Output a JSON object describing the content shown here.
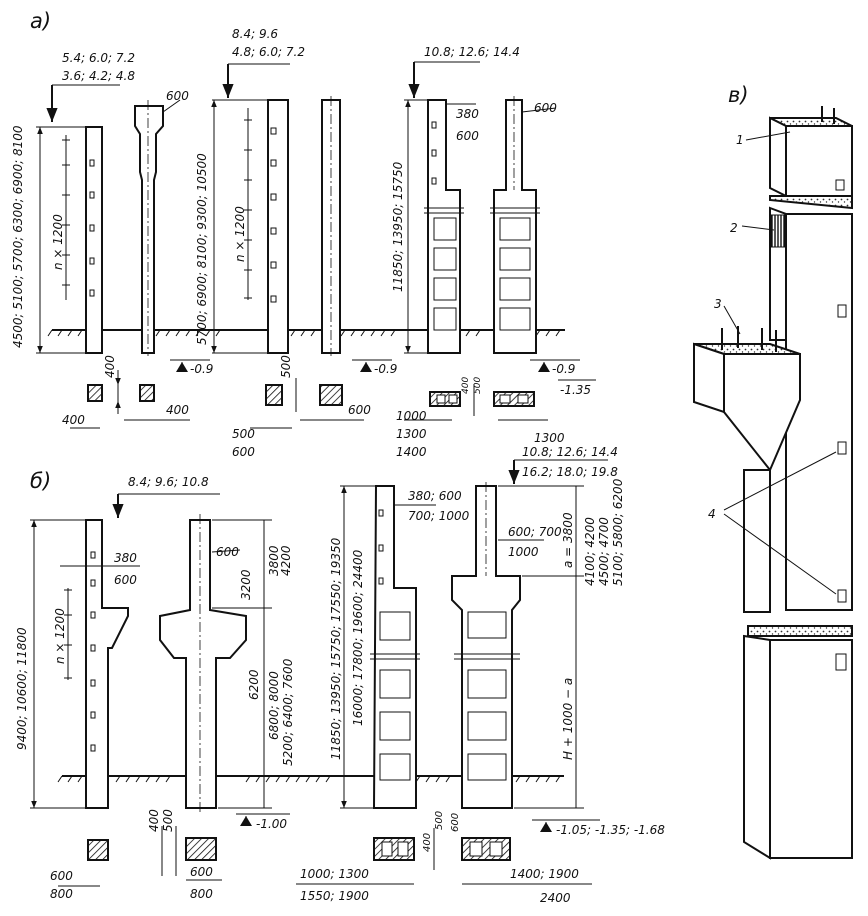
{
  "figure": {
    "sections": {
      "a": "а)",
      "b": "б)",
      "c": "в)"
    },
    "a": {
      "c1": {
        "load_top": "5.4; 6.0; 7.2",
        "load_bot": "3.6; 4.2; 4.8",
        "height": "4500; 5100; 5700; 6300; 6900; 8100",
        "step": "n × 1200",
        "w600": "600",
        "sec_h": "400",
        "sec_b": "400",
        "sec_b2": "400"
      },
      "mark1": "-0.9",
      "c2": {
        "load_top": "8.4; 9.6",
        "load_bot": "4.8; 6.0; 7.2",
        "height": "5700; 6900; 8100; 9300; 10500",
        "step": "n × 1200",
        "sec_h": "500",
        "sec_b1": "500",
        "sec_b2": "600",
        "sec_b3": "600"
      },
      "mark2": "-0.9",
      "c3": {
        "load": "10.8; 12.6; 14.4",
        "height": "11850; 13950; 15750",
        "w380": "380",
        "w600a": "600",
        "w600b": "600",
        "sec_1000": "1000",
        "sec_1300": "1300",
        "sec_1400": "1400",
        "sec_400": "400",
        "sec_500": "500",
        "sec_1300b": "1300"
      },
      "mark3a": "-0.9",
      "mark3b": "-1.35"
    },
    "b": {
      "c1": {
        "load": "8.4; 9.6; 10.8",
        "height": "9400; 10600; 11800",
        "step": "n × 1200",
        "w380": "380",
        "w600": "600",
        "sec_600": "600",
        "sec_800": "800"
      },
      "c2": {
        "w600": "600",
        "h3200": "3200",
        "h3800": "3800",
        "h4200": "4200",
        "h6200": "6200",
        "h6800": "6800; 8000",
        "h5200": "5200; 6400; 7600",
        "sec_400": "400",
        "sec_500": "500",
        "sec_600": "600",
        "sec_800": "800"
      },
      "mark1": "-1.00",
      "c3": {
        "dims": "380; 600",
        "dims2": "700; 1000",
        "height1": "11850; 13950; 15750; 17550; 19350",
        "height2": "16000; 17800; 19600; 24400",
        "sec_a": "1000; 1300",
        "sec_b": "1550; 1900"
      },
      "c4": {
        "load1": "10.8; 12.6; 14.4",
        "load2": "16.2; 18.0; 19.8",
        "w1": "600; 700",
        "w2": "1000",
        "a_eq": "a = 3800",
        "a2": "4100; 4200",
        "a3": "4500; 4700",
        "a4": "5100; 5800; 6200",
        "ha": "H + 1000 − a",
        "sec_400": "400",
        "sec_500": "500",
        "sec_600": "600",
        "sec_a": "1400; 1900",
        "sec_b": "2400"
      },
      "mark2": "-1.05; -1.35; -1.68"
    },
    "c": {
      "n1": "1",
      "n2": "2",
      "n3": "3",
      "n4": "4"
    }
  }
}
